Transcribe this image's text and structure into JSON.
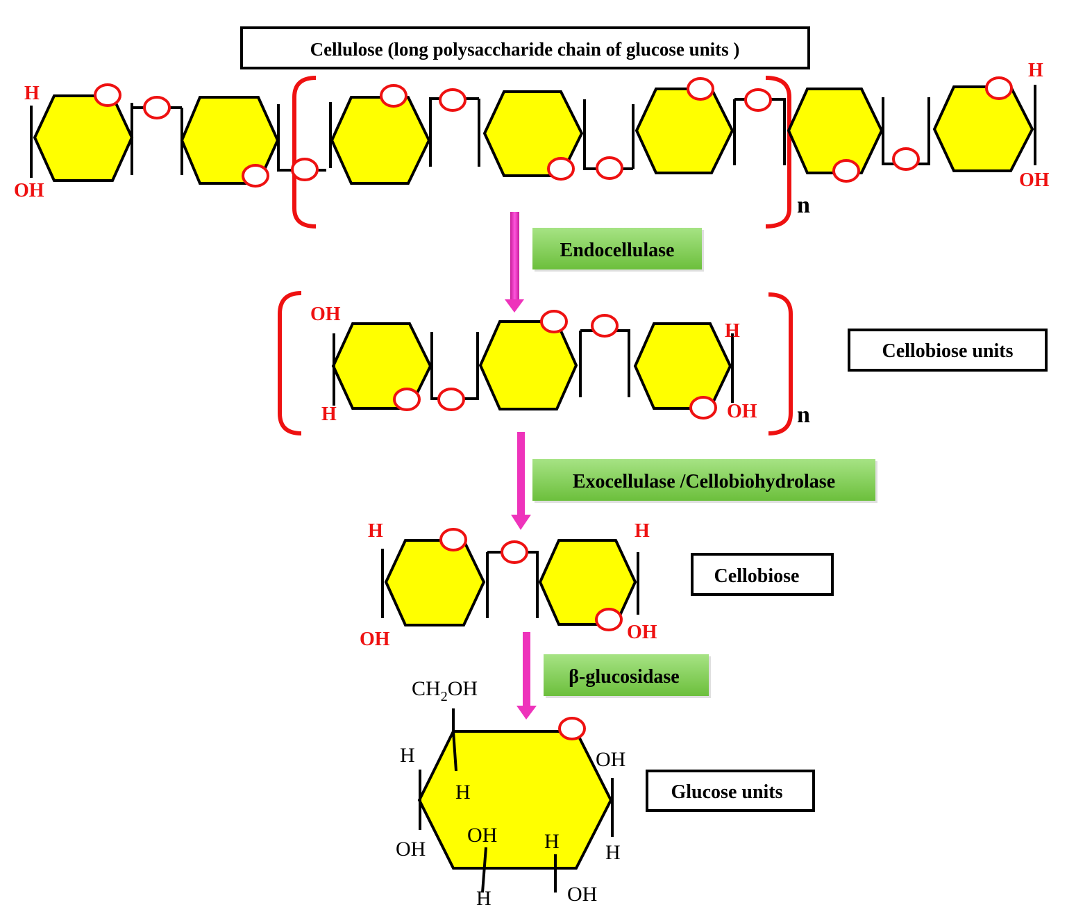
{
  "labels": {
    "title": "Cellulose (long polysaccharide chain of glucose units )",
    "cellobiose_units": "Cellobiose units",
    "cellobiose": "Cellobiose",
    "glucose_units": "Glucose units"
  },
  "enzymes": {
    "endo": "Endocellulase",
    "exo": "Exocellulase /Cellobiohydrolase",
    "beta": "β-glucosidase"
  },
  "repeat_n": "n",
  "atoms": {
    "H": "H",
    "OH": "OH",
    "CH2_prefix": "CH",
    "CH2_sub": "2",
    "CH2_suffix": "OH"
  },
  "colors": {
    "ring_fill": "#ffff00",
    "oxygen_stroke": "#ee1111",
    "bracket": "#ee1111",
    "arrow": "#ee33bb",
    "enzyme_box_top": "#9fe07a",
    "enzyme_box_bottom": "#6cbf3c"
  }
}
